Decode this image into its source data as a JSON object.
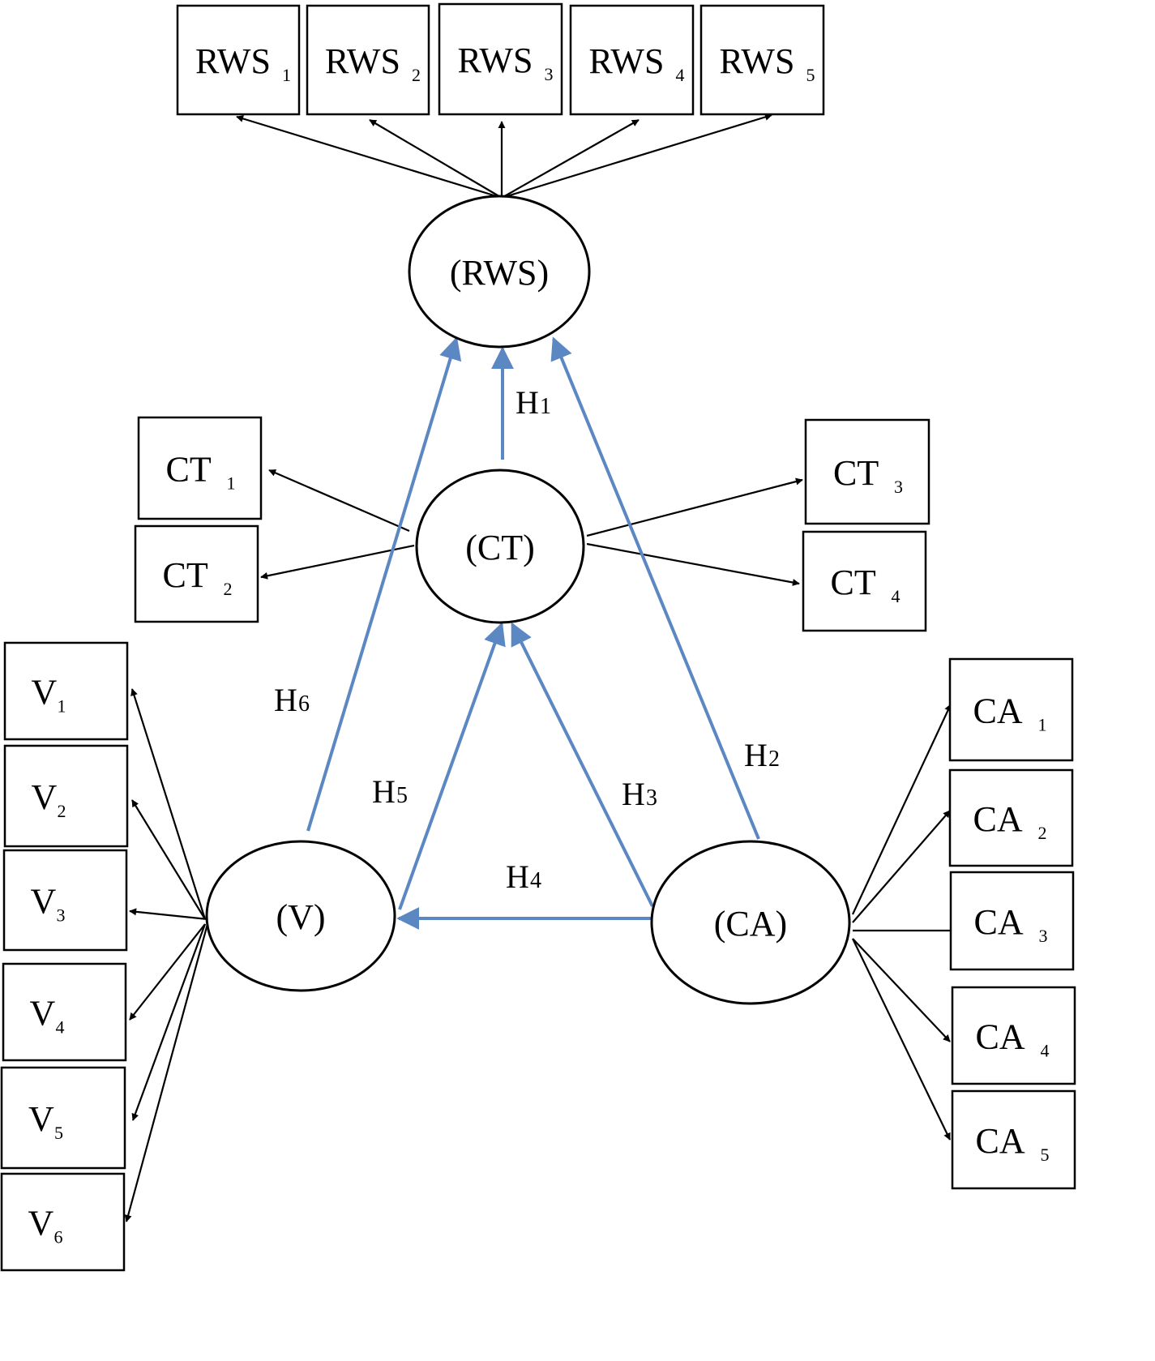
{
  "colors": {
    "structural": "#5b87c2",
    "measurement": "#000000",
    "background": "#ffffff"
  },
  "latent": [
    {
      "id": "RWS",
      "label": "(RWS)"
    },
    {
      "id": "CT",
      "label": "(CT)"
    },
    {
      "id": "V",
      "label": "(V)"
    },
    {
      "id": "CA",
      "label": "(CA)"
    }
  ],
  "indicators": [
    {
      "id": "RWS1",
      "base": "RWS",
      "sub": "1",
      "latent": "RWS"
    },
    {
      "id": "RWS2",
      "base": "RWS",
      "sub": "2",
      "latent": "RWS"
    },
    {
      "id": "RWS3",
      "base": "RWS",
      "sub": "3",
      "latent": "RWS"
    },
    {
      "id": "RWS4",
      "base": "RWS",
      "sub": "4",
      "latent": "RWS"
    },
    {
      "id": "RWS5",
      "base": "RWS",
      "sub": "5",
      "latent": "RWS"
    },
    {
      "id": "CT1",
      "base": "CT",
      "sub": "1",
      "latent": "CT"
    },
    {
      "id": "CT2",
      "base": "CT",
      "sub": "2",
      "latent": "CT"
    },
    {
      "id": "CT3",
      "base": "CT",
      "sub": "3",
      "latent": "CT"
    },
    {
      "id": "CT4",
      "base": "CT",
      "sub": "4",
      "latent": "CT"
    },
    {
      "id": "V1",
      "base": "V",
      "sub": "1",
      "latent": "V"
    },
    {
      "id": "V2",
      "base": "V",
      "sub": "2",
      "latent": "V"
    },
    {
      "id": "V3",
      "base": "V",
      "sub": "3",
      "latent": "V"
    },
    {
      "id": "V4",
      "base": "V",
      "sub": "4",
      "latent": "V"
    },
    {
      "id": "V5",
      "base": "V",
      "sub": "5",
      "latent": "V"
    },
    {
      "id": "V6",
      "base": "V",
      "sub": "6",
      "latent": "V"
    },
    {
      "id": "CA1",
      "base": "CA",
      "sub": "1",
      "latent": "CA"
    },
    {
      "id": "CA2",
      "base": "CA",
      "sub": "2",
      "latent": "CA"
    },
    {
      "id": "CA3",
      "base": "CA",
      "sub": "3",
      "latent": "CA"
    },
    {
      "id": "CA4",
      "base": "CA",
      "sub": "4",
      "latent": "CA"
    },
    {
      "id": "CA5",
      "base": "CA",
      "sub": "5",
      "latent": "CA"
    }
  ],
  "hypotheses": [
    {
      "id": "H1",
      "base": "H",
      "sub": "1",
      "from": "CT",
      "to": "RWS"
    },
    {
      "id": "H2",
      "base": "H",
      "sub": "2",
      "from": "CA",
      "to": "RWS"
    },
    {
      "id": "H3",
      "base": "H",
      "sub": "3",
      "from": "CA",
      "to": "CT"
    },
    {
      "id": "H4",
      "base": "H",
      "sub": "4",
      "from": "CA",
      "to": "V"
    },
    {
      "id": "H5",
      "base": "H",
      "sub": "5",
      "from": "V",
      "to": "CT"
    },
    {
      "id": "H6",
      "base": "H",
      "sub": "6",
      "from": "V",
      "to": "RWS"
    }
  ]
}
